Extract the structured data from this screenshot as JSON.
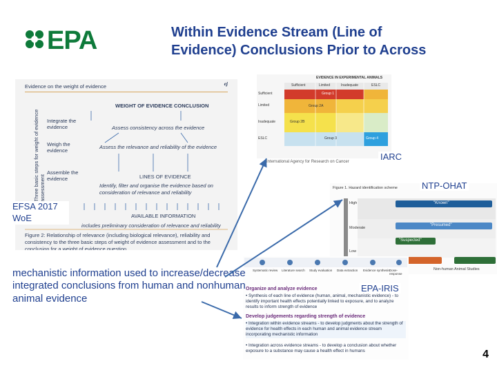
{
  "logo": {
    "text": "EPA",
    "color": "#0e7a3a"
  },
  "title": "Within Evidence Stream (Line of Evidence) Conclusions Prior to Across",
  "efsa": {
    "label": "EFSA 2017 WoE",
    "figure": {
      "top_text": "Evidence on the weight of evidence",
      "brand": "ej",
      "header": "WEIGHT OF EVIDENCE CONCLUSION",
      "integrate": "Integrate the evidence",
      "assess": "Assess consistency across the evidence",
      "weigh": "Weigh the evidence",
      "relevance": "Assess the relevance and reliability of the evidence",
      "assemble": "Assemble the evidence",
      "loe": "LINES OF EVIDENCE",
      "identify": "Identify, filter and organise the evidence based on consideration of relevance and reliability",
      "available": "AVAILABLE INFORMATION",
      "prelim": "includes preliminary consideration of relevance and reliability",
      "caption": "Figure 2: Relationship of relevance (including biological relevance), reliability and consistency to the three basic steps of weight of evidence assessment and to the conclusion for a weight of evidence question",
      "side": "Three basic steps for weight of evidence assessment"
    }
  },
  "iarc": {
    "label": "IARC",
    "footer": "International Agency for Research on Cancer",
    "figure": {
      "title": "EVIDENCE IN EXPERIMENTAL ANIMALS",
      "cols": [
        "Sufficient",
        "Limited",
        "Inadequate",
        "ESLC"
      ],
      "rows": [
        "Sufficient",
        "Limited",
        "Inadequate",
        "ESLC"
      ],
      "group1": "Group 1",
      "group2a": "Group 2A",
      "group2b": "Group 2B",
      "group3": "Group 3",
      "group4": "Group 4"
    }
  },
  "ntp": {
    "label": "NTP-OHAT",
    "figure": {
      "title": "Figure 1. Hazard identification scheme",
      "levels": [
        "High",
        "Moderate",
        "Low"
      ],
      "known": "\"Known\"",
      "presumed": "\"Presumed\"",
      "suspected": "\"Suspected\"",
      "footer": "Non-human Animal Studies"
    }
  },
  "iris": {
    "label": "EPA-IRIS",
    "figure": {
      "steps": [
        "Systematic review",
        "Literature search",
        "Study evaluation",
        "Data extraction",
        "Evidence synthesis",
        "Dose-response"
      ],
      "h1": "Organize and analyze evidence",
      "p1": "• Synthesis of each line of evidence (human, animal, mechanistic evidence) - to identify important health effects potentially linked to exposure, and to analyze results to inform strength of evidence",
      "h2": "Develop judgements regarding strength of evidence",
      "p2": "• Integration within evidence streams - to develop judgments about the strength of evidence for health effects in each human and animal evidence stream incorporating mechanistic information",
      "p3": "• Integration across evidence streams - to develop a conclusion about whether exposure to a substance may cause a health effect in humans"
    }
  },
  "mech_text": "mechanistic information used to increase/decrease integrated conclusions from human and nonhuman animal evidence",
  "page_number": "4"
}
